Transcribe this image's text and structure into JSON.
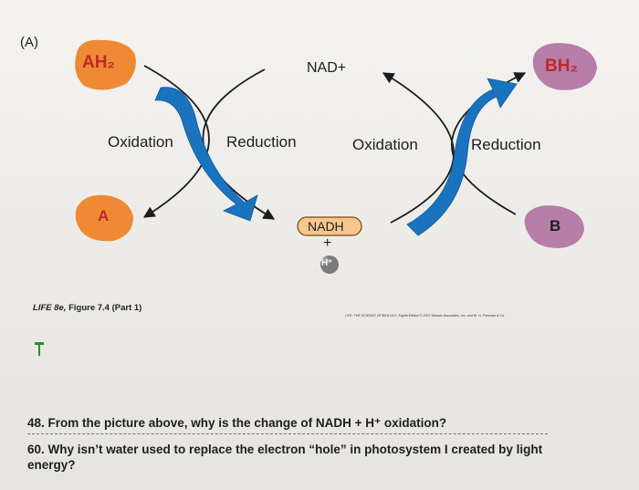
{
  "panel_label": "(A)",
  "molecules": {
    "ah2": "AH₂",
    "a": "A",
    "bh2": "BH₂",
    "b": "B",
    "nad_plus": "NAD+",
    "nadh": "NADH",
    "plus": "+",
    "h_plus": "H⁺"
  },
  "labels": {
    "left_oxidation": "Oxidation",
    "left_reduction": "Reduction",
    "right_oxidation": "Oxidation",
    "right_reduction": "Reduction"
  },
  "caption": {
    "book": "LIFE 8e,",
    "figure": "Figure 7.4 (Part 1)",
    "credit": "LIFE: THE SCIENCE OF BIOLOGY, Eighth Edition © 2007 Sinauer Associates, Inc. and W. H. Freeman & Co."
  },
  "questions": {
    "q48": "48. From the picture above, why is the change of NADH + H⁺ oxidation?",
    "q60": "60. Why isn’t water used to replace the electron “hole” in photosystem I created by light energy?"
  },
  "colors": {
    "orange": "#ee8a33",
    "purple": "#b67ea8",
    "blue_arrow": "#1a73bf",
    "nadh_fill": "#f6c78d"
  }
}
